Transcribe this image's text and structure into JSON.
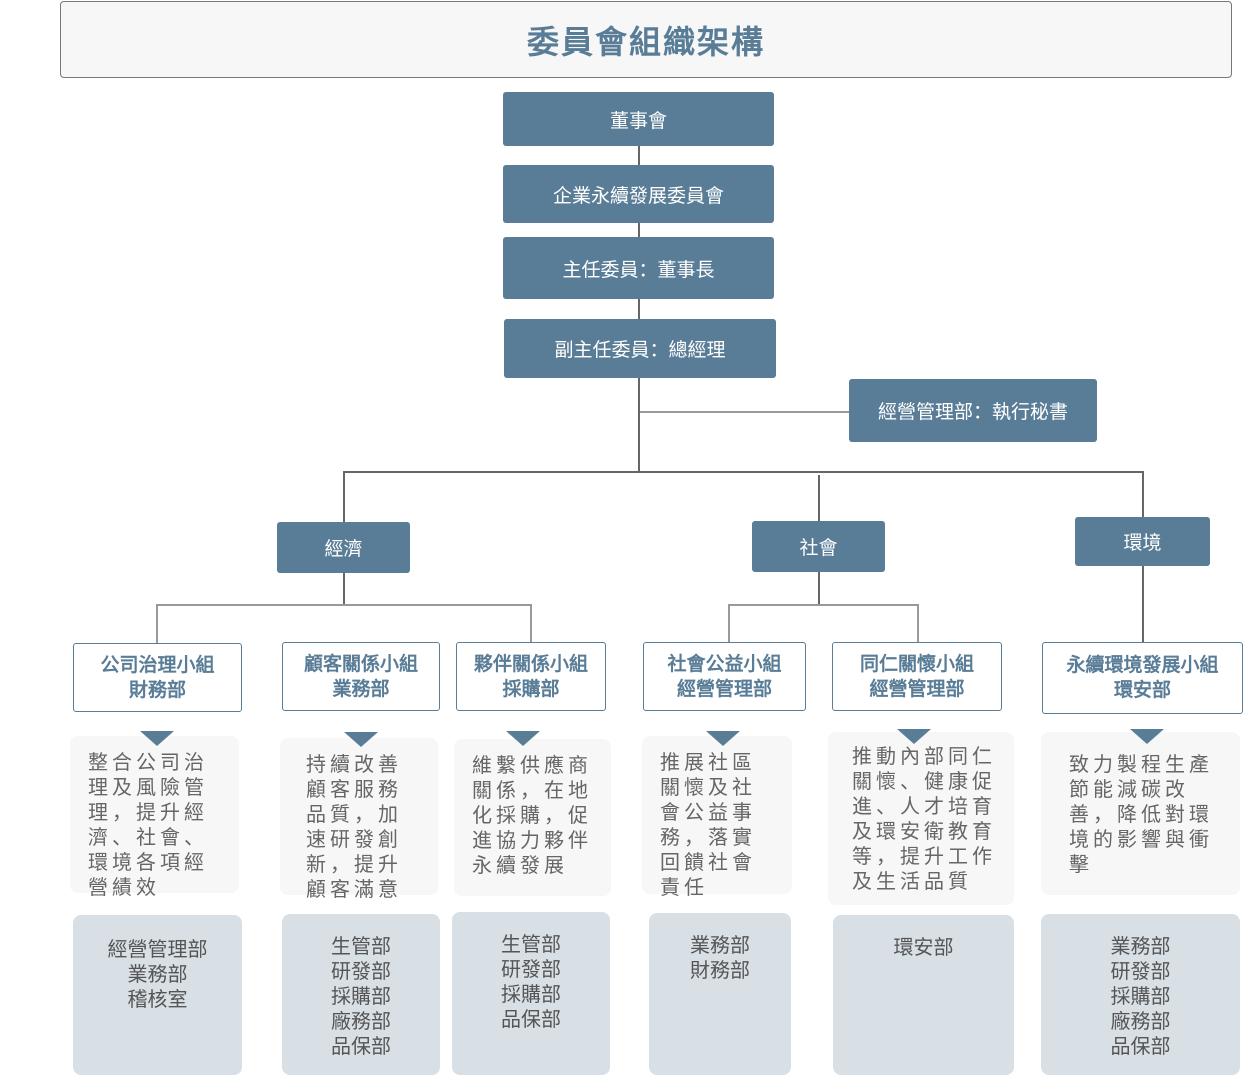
{
  "title": "委員會組織架構",
  "top_chain": [
    "董事會",
    "企業永續發展委員會",
    "主任委員：董事長",
    "副主任委員：總經理"
  ],
  "secretary": "經營管理部：執行秘書",
  "pillars": [
    "經濟",
    "社會",
    "環境"
  ],
  "groups": [
    {
      "name": "公司治理小組",
      "dept": "財務部",
      "desc": "整合公司治理及風險管理，提升經濟、社會、環境各項經營績效",
      "members": [
        "經營管理部",
        "業務部",
        "稽核室"
      ]
    },
    {
      "name": "顧客關係小組",
      "dept": "業務部",
      "desc": "持續改善顧客服務品質，加速研發創新，提升顧客滿意",
      "members": [
        "生管部",
        "研發部",
        "採購部",
        "廠務部",
        "品保部"
      ]
    },
    {
      "name": "夥伴關係小組",
      "dept": "採購部",
      "desc": "維繫供應商關係，在地化採購，促進協力夥伴永續發展",
      "members": [
        "生管部",
        "研發部",
        "採購部",
        "品保部"
      ]
    },
    {
      "name": "社會公益小組",
      "dept": "經營管理部",
      "desc": "推展社區關懷及社會公益事務，落實回饋社會責任",
      "members": [
        "業務部",
        "財務部"
      ]
    },
    {
      "name": "同仁關懷小組",
      "dept": "經營管理部",
      "desc": "推動內部同仁關懷、健康促進、人才培育及環安衛教育等，提升工作及生活品質",
      "members": [
        "環安部"
      ]
    },
    {
      "name": "永續環境發展小組",
      "dept": "環安部",
      "desc": "致力製程生產節能減碳改善，降低對環境的影響與衝擊",
      "members": [
        "業務部",
        "研發部",
        "採購部",
        "廠務部",
        "品保部"
      ]
    }
  ]
}
